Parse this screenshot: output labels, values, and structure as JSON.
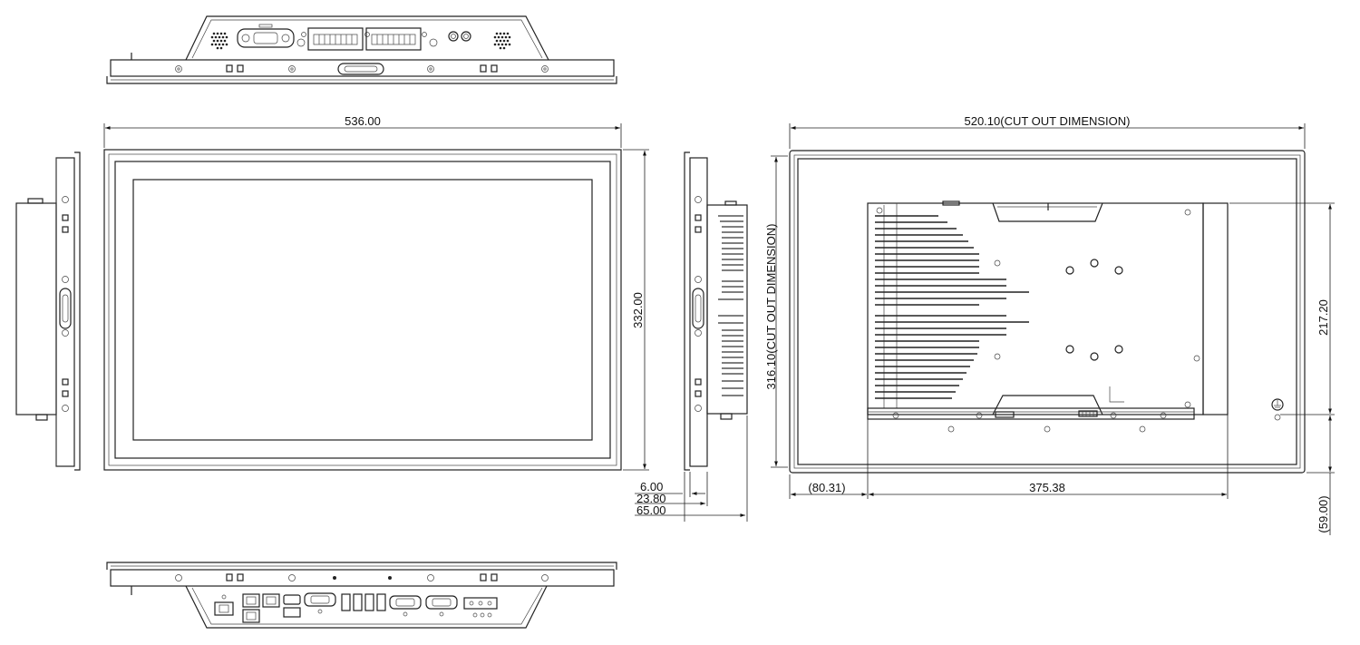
{
  "drawing": {
    "views": [
      "top-view",
      "front-view",
      "left-side-view",
      "right-side-view",
      "rear-view",
      "bottom-view"
    ]
  },
  "dimensions": {
    "front_width": "536.00",
    "front_height": "332.00",
    "depth_bezel": "6.00",
    "depth_chassis": "23.80",
    "depth_total": "65.00",
    "cutout_width": "520.10(CUT OUT DIMENSION)",
    "cutout_height": "316.10(CUT OUT DIMENSION)",
    "vesa_offset_x": "(80.31)",
    "vesa_span_x": "375.38",
    "vesa_height": "217.20",
    "vesa_offset_y": "(59.00)"
  }
}
